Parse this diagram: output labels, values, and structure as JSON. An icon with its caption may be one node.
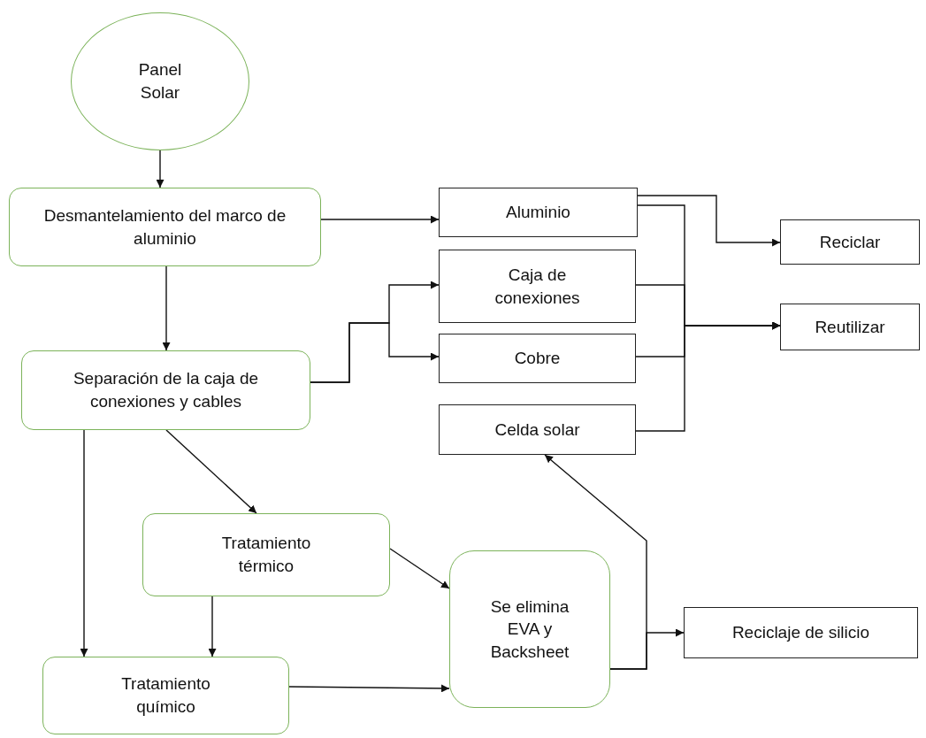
{
  "diagram": {
    "nodes": [
      {
        "text": [
          "Panel Solar"
        ]
      },
      {
        "text": [
          "Desmantelamiento del marco de aluminio"
        ]
      },
      {
        "text": [
          "Separación de la caja de conexiones y cables"
        ]
      },
      {
        "text": [
          "Tratamiento térmico"
        ]
      },
      {
        "text": [
          "Tratamiento químico"
        ]
      },
      {
        "text": [
          "Se elimina EVA y Backsheet"
        ]
      },
      {
        "text": [
          "Aluminio"
        ]
      },
      {
        "text": [
          "Caja de conexiones"
        ]
      },
      {
        "text": [
          "Cobre"
        ]
      },
      {
        "text": [
          "Celda solar"
        ]
      },
      {
        "text": [
          "Reciclar"
        ]
      },
      {
        "text": [
          "Reutilizar"
        ]
      },
      {
        "text": [
          "Reciclaje de silicio"
        ]
      }
    ],
    "edges": [
      {
        "from": 0,
        "to": 1,
        "arrow": "to"
      },
      {
        "from": 1,
        "to": 6,
        "arrow": "to"
      },
      {
        "from": 1,
        "to": 2,
        "arrow": "to"
      },
      {
        "from": 2,
        "to": 7,
        "arrow": "to"
      },
      {
        "from": 2,
        "to": 8,
        "arrow": "to"
      },
      {
        "from": 2,
        "to": 3,
        "arrow": "to"
      },
      {
        "from": 2,
        "to": 4,
        "arrow": "to"
      },
      {
        "from": 3,
        "to": 4,
        "arrow": "to"
      },
      {
        "from": 3,
        "to": 5,
        "arrow": "to"
      },
      {
        "from": 4,
        "to": 5,
        "arrow": "to"
      },
      {
        "from": 5,
        "to": 9,
        "arrow": "to"
      },
      {
        "from": 5,
        "to": 12,
        "arrow": "to"
      },
      {
        "from": 6,
        "to": 10,
        "arrow": "to"
      },
      {
        "from": 6,
        "to": 11,
        "arrow": "to"
      },
      {
        "from": 7,
        "to": 11,
        "arrow": "to"
      },
      {
        "from": 8,
        "to": 11,
        "arrow": "to"
      },
      {
        "from": 9,
        "to": 11,
        "arrow": "to"
      }
    ]
  }
}
